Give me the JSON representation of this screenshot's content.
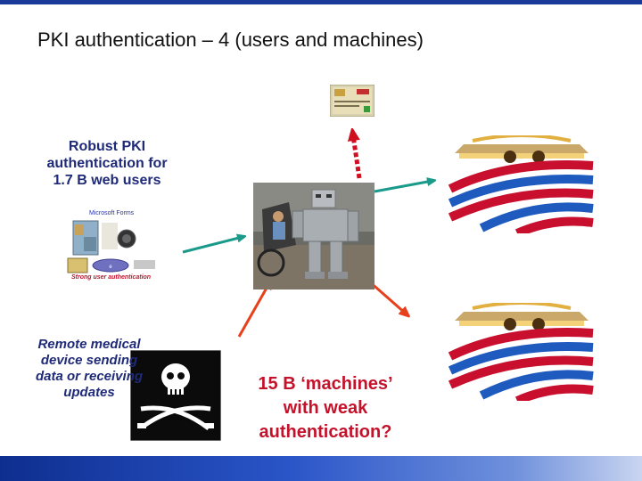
{
  "slide": {
    "title": "PKI authentication – 4 (users and machines)"
  },
  "web_users": {
    "text_line1": "Robust PKI",
    "text_line2": "authentication for",
    "text_line3": "1.7 B web users",
    "photo_caption_top": "Microsoft Forms",
    "photo_caption_bottom": "Strong user authentication"
  },
  "medical": {
    "text_line1": "Remote medical",
    "text_line2": "device sending",
    "text_line3": "data or receiving",
    "text_line4": "updates"
  },
  "machines": {
    "text_line1": "15 B ‘machines’",
    "text_line2": "with weak",
    "text_line3": "authentication?"
  },
  "colors": {
    "teal_arrow": "#1a9a8a",
    "red_arrow": "#e8401c",
    "red_dotted": "#d01020",
    "text_red": "#c4122b",
    "text_navy": "#1f2a78",
    "bar_blue": "#1a3a9a"
  }
}
